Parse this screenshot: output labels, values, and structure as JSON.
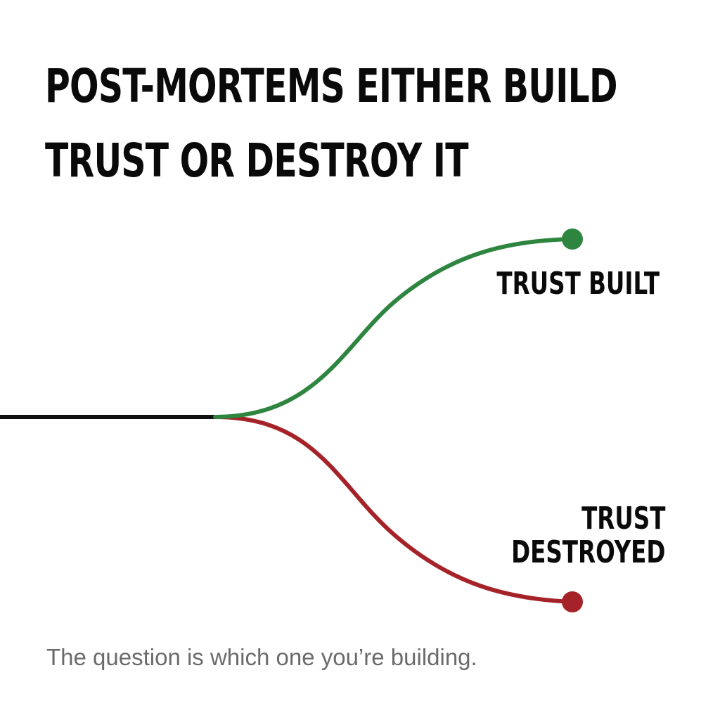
{
  "headline": {
    "line1": "POST-MORTEMS EITHER BUILD",
    "line2": "TRUST OR DESTROY IT"
  },
  "branches": {
    "upper": {
      "label": "TRUST BUILT",
      "color": "#2e8540"
    },
    "lower": {
      "label_line1": "TRUST",
      "label_line2": "DESTROYED",
      "color": "#a52328"
    },
    "trunk_color": "#111111"
  },
  "caption": "The question is which one you’re building."
}
